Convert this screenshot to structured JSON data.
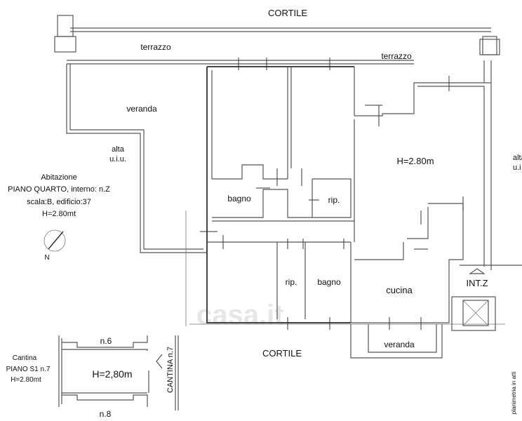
{
  "plan": {
    "courtyard_top": "CORTILE",
    "courtyard_bottom": "CORTILE",
    "terrace_left": "terrazzo",
    "terrace_right": "terrazzo",
    "veranda_top": "veranda",
    "veranda_bottom": "veranda",
    "alta_left": [
      "alta",
      "u.i.u."
    ],
    "alta_right": [
      "alta",
      "u.i"
    ],
    "height_main": "H=2.80m",
    "bagno_top": "bagno",
    "rip_top": "rip.",
    "rip_bottom": "rip.",
    "bagno_bottom": "bagno",
    "cucina": "cucina",
    "entrance": "INT.Z",
    "north": "N"
  },
  "info": {
    "lines": [
      "Abitazione",
      "PIANO QUARTO, interno: n.Z",
      "scala:B, edificio:37",
      "H=2.80mt"
    ]
  },
  "cellar": {
    "lines": [
      "Cantina",
      "PIANO S1 n.7",
      "H=2.80mt"
    ],
    "height": "H=2,80m",
    "top_neighbor": "n.6",
    "bottom_neighbor": "n.8",
    "side_label": "CANTINA n.7"
  },
  "footer": {
    "note": "planimetria in atti"
  },
  "watermark": "casa.it"
}
